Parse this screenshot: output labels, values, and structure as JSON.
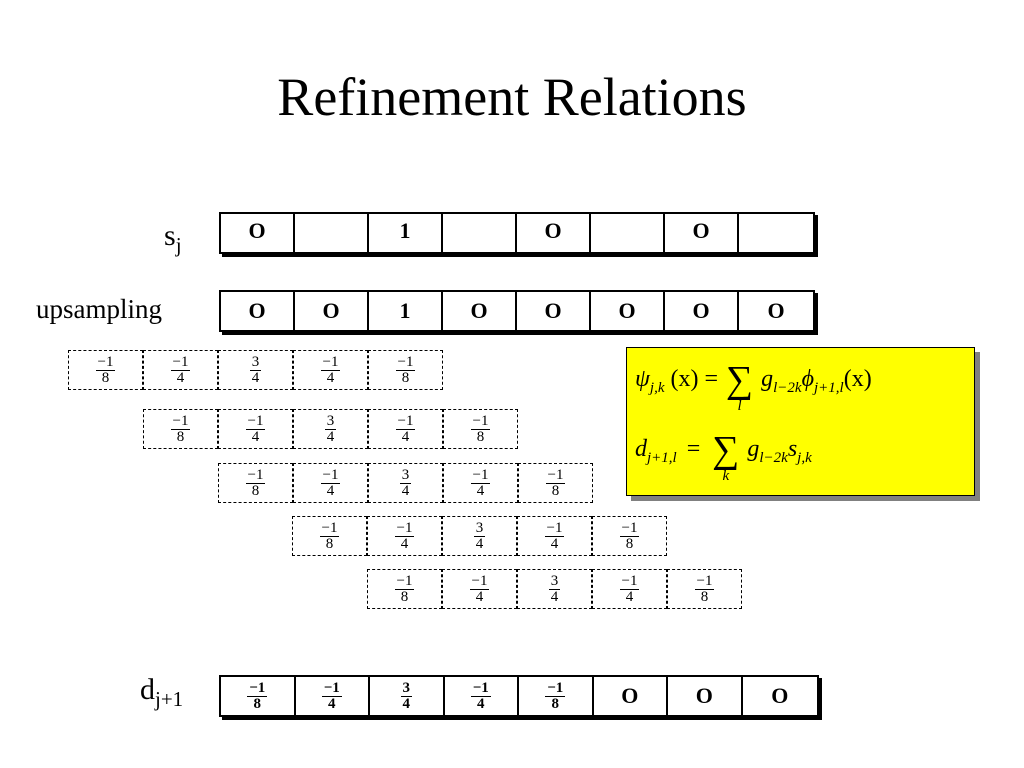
{
  "title": "Refinement Relations",
  "labels": {
    "sj": "s",
    "sj_sub": "j",
    "upsampling": "upsampling",
    "dj": "d",
    "dj_sub": "j+1"
  },
  "s_j": [
    "O",
    "",
    "1",
    "",
    "O",
    "",
    "O",
    ""
  ],
  "upsampled": [
    "O",
    "O",
    "1",
    "O",
    "O",
    "O",
    "O",
    "O"
  ],
  "filter": [
    {
      "num": "−1",
      "den": "8"
    },
    {
      "num": "−1",
      "den": "4"
    },
    {
      "num": "3",
      "den": "4"
    },
    {
      "num": "−1",
      "den": "4"
    },
    {
      "num": "−1",
      "den": "8"
    }
  ],
  "filter_shift_count": 5,
  "d_j1": [
    {
      "num": "−1",
      "den": "8"
    },
    {
      "num": "−1",
      "den": "4"
    },
    {
      "num": "3",
      "den": "4"
    },
    {
      "num": "−1",
      "den": "4"
    },
    {
      "num": "−1",
      "den": "8"
    },
    {
      "text": "O"
    },
    {
      "text": "O"
    },
    {
      "text": "O"
    }
  ],
  "formula": {
    "eq1": {
      "psi": "ψ",
      "psi_sub": "j,k",
      "arg": "(x) =",
      "sum": "∑",
      "sum_sub": "l",
      "g": "g",
      "g_sub": "l−2k",
      "phi": "ϕ",
      "phi_sub": "j+1,l",
      "arg2": "(x)"
    },
    "eq2": {
      "d": "d",
      "d_sub": "j+1,l",
      "eqs": "=",
      "sum": "∑",
      "sum_sub": "k",
      "g": "g",
      "g_sub": "l−2k",
      "s": "s",
      "s_sub": "j,k"
    },
    "bg_color": "#ffff00"
  }
}
